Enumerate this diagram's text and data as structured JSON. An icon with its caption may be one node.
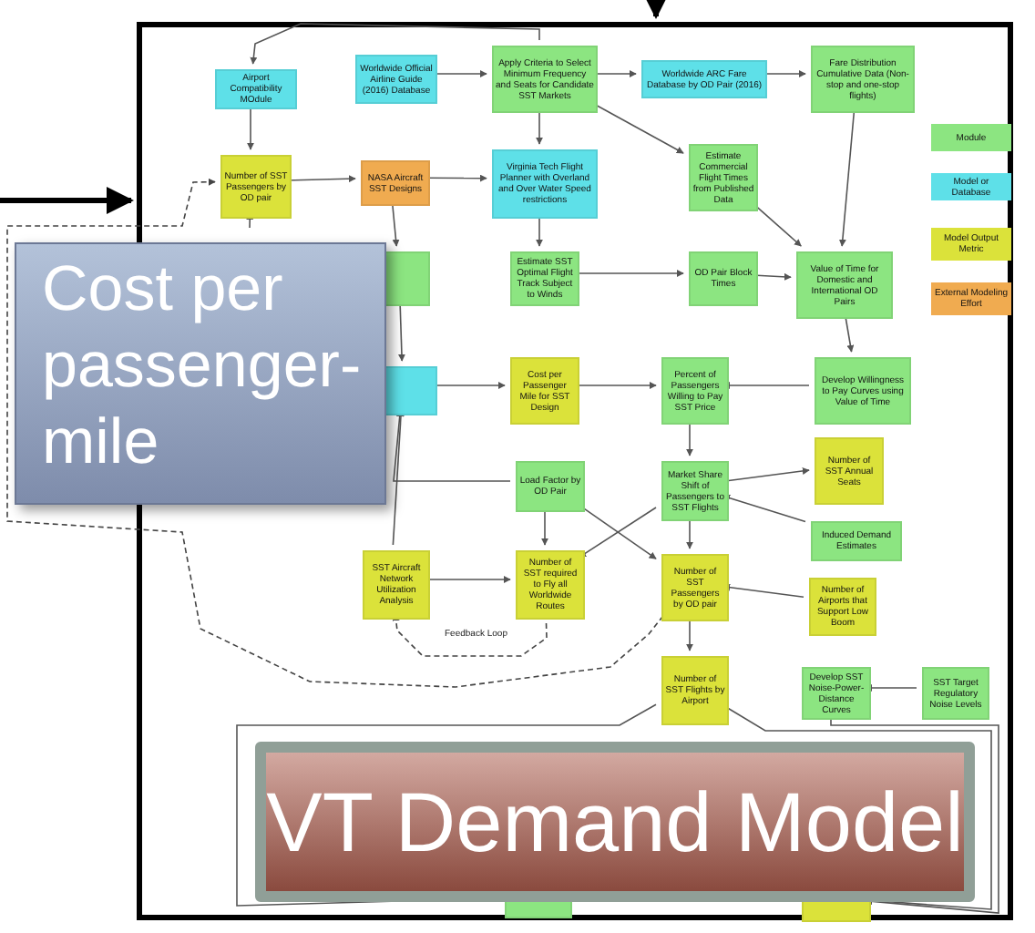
{
  "diagram": {
    "nodes": [
      {
        "text": [],
        "shape": "box"
      },
      {
        "text": [
          "Cost per passenger-mile"
        ]
      },
      {
        "text": [
          "Airport Compatibility MOdule"
        ],
        "in": 0
      },
      {
        "text": [
          "Worldwide Official Airline Guide (2016) Database"
        ],
        "in": 0
      },
      {
        "text": [
          "Apply Criteria to Select Minimum Frequency and Seats for Candidate SST Markets"
        ],
        "in": 0
      },
      {
        "text": [
          "Worldwide ARC Fare Database by OD Pair (2016)"
        ],
        "in": 0
      },
      {
        "text": [
          "Fare Distribution Cumulative Data (Non-stop and one-stop flights)"
        ],
        "in": 0
      },
      {
        "text": [
          "Number of SST Passengers by OD pair"
        ],
        "in": 0
      },
      {
        "text": [
          "NASA Aircraft SST Designs"
        ],
        "in": 0
      },
      {
        "text": [
          "Virginia Tech Flight Planner with Overland and Over Water Speed restrictions"
        ],
        "in": 0
      },
      {
        "text": [
          "Estimate Commercial Flight Times from Published Data"
        ],
        "in": 0
      },
      {
        "text": [],
        "shape": "box",
        "in": 0
      },
      {
        "text": [
          "Estimate SST Optimal Flight Track Subject to Winds"
        ],
        "in": 0
      },
      {
        "text": [
          "OD Pair Block Times"
        ],
        "in": 0
      },
      {
        "text": [
          "Value of Time for Domestic and International OD Pairs"
        ],
        "in": 0
      },
      {
        "text": [],
        "shape": "box",
        "in": 0
      },
      {
        "text": [
          "Cost per Passenger Mile for SST Design"
        ],
        "in": 0
      },
      {
        "text": [
          "Percent of Passengers Willing to Pay SST Price"
        ],
        "in": 0
      },
      {
        "text": [
          "Develop Willingness to Pay Curves using Value of Time"
        ],
        "in": 0
      },
      {
        "text": [
          "Load Factor by OD Pair"
        ],
        "in": 0
      },
      {
        "text": [
          "Market Share Shift of Passengers to SST Flights"
        ],
        "in": 0
      },
      {
        "text": [
          "Number of SST Annual Seats"
        ],
        "in": 0
      },
      {
        "text": [
          "Induced Demand Estimates"
        ],
        "in": 0
      },
      {
        "text": [
          "SST Aircraft Network Utilization Analysis"
        ],
        "in": 0
      },
      {
        "text": [
          "Number of SST required to Fly all Worldwide Routes"
        ],
        "in": 0
      },
      {
        "text": [
          "Number of SST Passengers by OD pair"
        ],
        "in": 0
      },
      {
        "text": [
          "Number of Airports that Support Low Boom"
        ],
        "in": 0
      },
      {
        "text": [
          "Number of SST Flights by Airport"
        ],
        "in": 0
      },
      {
        "text": [
          "Develop SST Noise-Power-Distance Curves"
        ],
        "in": 0
      },
      {
        "text": [
          "SST Target Regulatory Noise Levels"
        ],
        "in": 0
      },
      {
        "text": [],
        "shape": "box",
        "in": 0
      },
      {
        "text": [],
        "shape": "box",
        "in": 0
      },
      {
        "text": [
          "VT Demand Model"
        ],
        "in": 0
      }
    ],
    "edges": [
      {
        "from": null,
        "to": 0,
        "arrow": "to",
        "style": "thick"
      },
      {
        "from": null,
        "to": 0,
        "arrow": "to",
        "style": "thick"
      },
      {
        "from": 3,
        "to": 4,
        "arrow": "to"
      },
      {
        "from": 4,
        "to": 5,
        "arrow": "to"
      },
      {
        "from": 5,
        "to": 6,
        "arrow": "to"
      },
      {
        "from": 4,
        "to": 9,
        "arrow": "to"
      },
      {
        "from": 4,
        "to": 10,
        "arrow": "to"
      },
      {
        "from": 4,
        "to": 2,
        "arrow": "to"
      },
      {
        "from": 2,
        "to": 7,
        "arrow": "to"
      },
      {
        "from": 7,
        "to": 8,
        "arrow": "to"
      },
      {
        "from": 8,
        "to": 9,
        "arrow": "to"
      },
      {
        "from": 8,
        "to": 11,
        "arrow": "to"
      },
      {
        "from": 9,
        "to": 12,
        "arrow": "to"
      },
      {
        "from": 12,
        "to": 13,
        "arrow": "to"
      },
      {
        "from": 13,
        "to": 14,
        "arrow": "to"
      },
      {
        "from": 10,
        "to": 14,
        "arrow": "to"
      },
      {
        "from": 6,
        "to": 14,
        "arrow": "to"
      },
      {
        "from": 14,
        "to": 18,
        "arrow": "to"
      },
      {
        "from": 18,
        "to": 17,
        "arrow": "to"
      },
      {
        "from": 16,
        "to": 17,
        "arrow": "to"
      },
      {
        "from": 15,
        "to": 16,
        "arrow": "to"
      },
      {
        "from": 11,
        "to": 15,
        "arrow": "to"
      },
      {
        "from": 17,
        "to": 20,
        "arrow": "to"
      },
      {
        "from": 20,
        "to": 21,
        "arrow": "to"
      },
      {
        "from": 22,
        "to": 20,
        "arrow": "to"
      },
      {
        "from": 20,
        "to": 24,
        "arrow": "to"
      },
      {
        "from": 20,
        "to": 25,
        "arrow": "to"
      },
      {
        "from": 19,
        "to": 15,
        "arrow": "to"
      },
      {
        "from": 19,
        "to": 24,
        "arrow": "to"
      },
      {
        "from": 19,
        "to": 25,
        "arrow": "to"
      },
      {
        "from": 23,
        "to": 15,
        "arrow": "to"
      },
      {
        "from": 23,
        "to": 24,
        "arrow": "to"
      },
      {
        "from": 26,
        "to": 25,
        "arrow": "to"
      },
      {
        "from": 25,
        "to": 27,
        "arrow": "to"
      },
      {
        "from": 29,
        "to": 28,
        "arrow": "to"
      },
      {
        "from": 28,
        "to": 31,
        "arrow": "to"
      },
      {
        "from": 27,
        "to": 31,
        "arrow": "to"
      },
      {
        "from": 27,
        "to": 30,
        "arrow": "to"
      },
      {
        "from": 24,
        "to": 23,
        "arrow": "to",
        "style": "dashed",
        "label": "Feedback Loop"
      },
      {
        "from": 25,
        "to": 7,
        "arrow": "to",
        "style": "dashed"
      },
      {
        "from": null,
        "to": 7,
        "arrow": "to"
      }
    ],
    "legend": [
      {
        "text": "Module",
        "color": "#8ce581"
      },
      {
        "text": "Model or Database",
        "color": "#5ee0e8"
      },
      {
        "text": "Model Output Metric",
        "color": "#dbe23a"
      },
      {
        "text": "External Modeling Effort",
        "color": "#f0ab50"
      }
    ]
  }
}
